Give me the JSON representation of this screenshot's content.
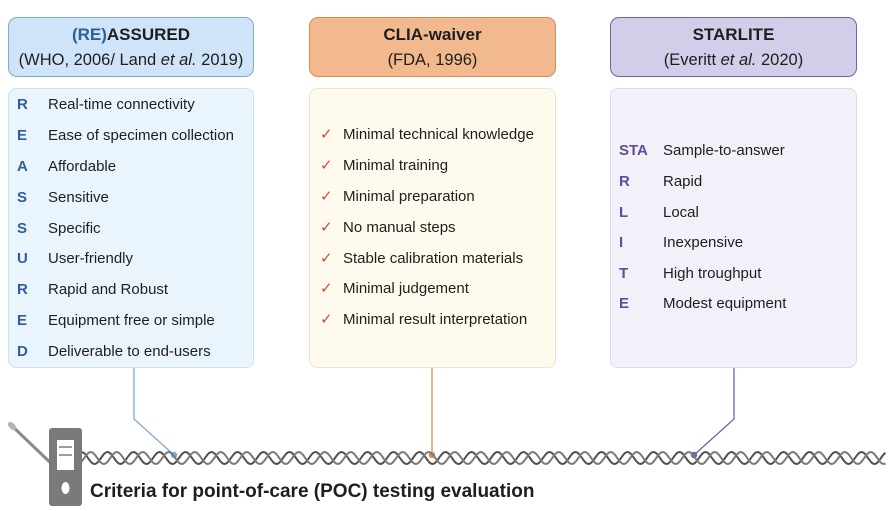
{
  "boxes": [
    {
      "title": "ASSURED",
      "title_prefix": "(RE)",
      "subtitle_a": "(WHO, 2006/ Land ",
      "subtitle_em": "et al.",
      "subtitle_b": " 2019)",
      "items": [
        {
          "key": "R",
          "text": "Real-time connectivity"
        },
        {
          "key": "E",
          "text": "Ease of specimen collection"
        },
        {
          "key": "A",
          "text": "Affordable"
        },
        {
          "key": "S",
          "text": "Sensitive"
        },
        {
          "key": "S",
          "text": "Specific"
        },
        {
          "key": "U",
          "text": "User-friendly"
        },
        {
          "key": "R",
          "text": "Rapid and Robust"
        },
        {
          "key": "E",
          "text": "Equipment free or simple"
        },
        {
          "key": "D",
          "text": "Deliverable to end-users"
        }
      ]
    },
    {
      "title": "CLIA-waiver",
      "subtitle": "(FDA, 1996)",
      "items": [
        {
          "key": "✓",
          "text": "Minimal technical knowledge"
        },
        {
          "key": "✓",
          "text": "Minimal training"
        },
        {
          "key": "✓",
          "text": "Minimal preparation"
        },
        {
          "key": "✓",
          "text": "No manual steps"
        },
        {
          "key": "✓",
          "text": "Stable calibration materials"
        },
        {
          "key": "✓",
          "text": "Minimal judgement"
        },
        {
          "key": "✓",
          "text": "Minimal result interpretation"
        }
      ]
    },
    {
      "title": "STARLITE",
      "subtitle_a": "(Everitt ",
      "subtitle_em": "et al.",
      "subtitle_b": " 2020)",
      "items": [
        {
          "key": "STA",
          "text": "Sample-to-answer"
        },
        {
          "key": "R",
          "text": "Rapid"
        },
        {
          "key": "L",
          "text": "Local"
        },
        {
          "key": "I",
          "text": "Inexpensive"
        },
        {
          "key": "T",
          "text": "High troughput"
        },
        {
          "key": "E",
          "text": "Modest equipment"
        }
      ]
    }
  ],
  "footer": "Criteria for point-of-care (POC) testing evaluation",
  "colors": {
    "assured": "#7ea9d8",
    "clia": "#d98c55",
    "starlite": "#6e63a8",
    "dna": "#505050"
  }
}
